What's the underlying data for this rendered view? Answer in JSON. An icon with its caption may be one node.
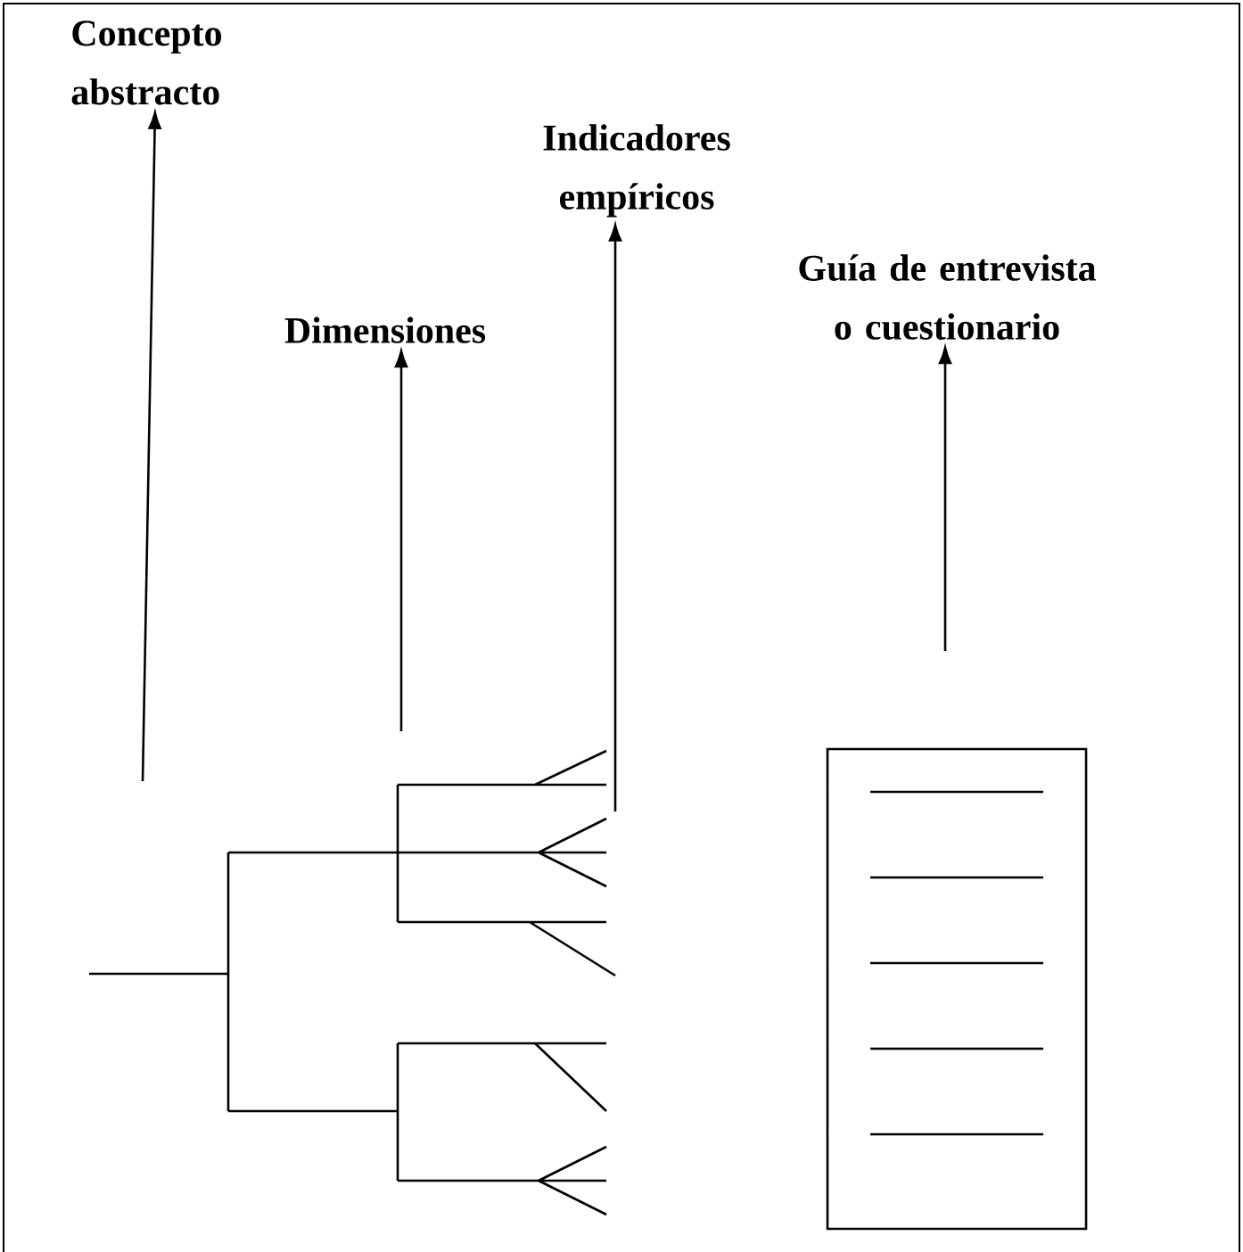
{
  "diagram": {
    "nodes": [
      {
        "text": [
          "Concepto abstracto"
        ]
      },
      {
        "text": [
          "Dimensiones"
        ]
      },
      {
        "text": [
          "Indicadores empíricos"
        ]
      },
      {
        "text": [
          "Guía de entrevista o cuestionario"
        ]
      }
    ],
    "edges": [
      {
        "from": null,
        "to": 0,
        "arrow": "to"
      },
      {
        "from": null,
        "to": 1,
        "arrow": "to"
      },
      {
        "from": null,
        "to": 2,
        "arrow": "to"
      },
      {
        "from": null,
        "to": 3,
        "arrow": "to"
      }
    ]
  }
}
